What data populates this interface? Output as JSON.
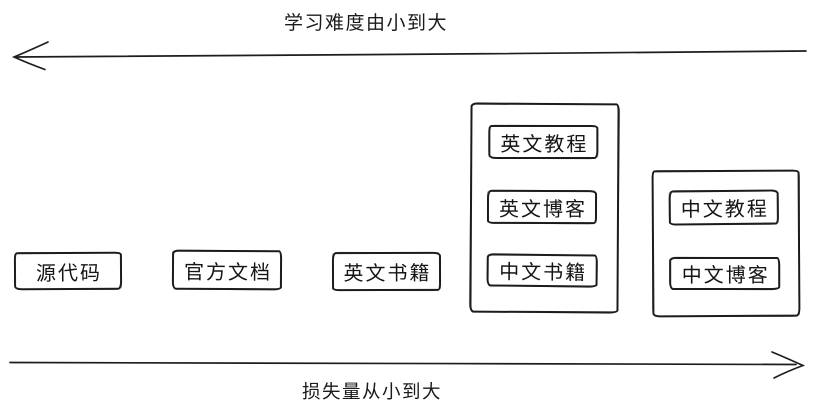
{
  "top_axis": {
    "label": "学习难度由小到大",
    "direction": "left"
  },
  "bottom_axis": {
    "label": "损失量从小到大",
    "direction": "right"
  },
  "standalone_items": [
    {
      "label": "源代码"
    },
    {
      "label": "官方文档"
    },
    {
      "label": "英文书籍"
    }
  ],
  "groups": [
    {
      "items": [
        {
          "label": "英文教程"
        },
        {
          "label": "英文博客"
        },
        {
          "label": "中文书籍"
        }
      ]
    },
    {
      "items": [
        {
          "label": "中文教程"
        },
        {
          "label": "中文博客"
        }
      ]
    }
  ],
  "colors": {
    "stroke": "#1d1d1d",
    "background": "#ffffff",
    "text": "#151515"
  }
}
